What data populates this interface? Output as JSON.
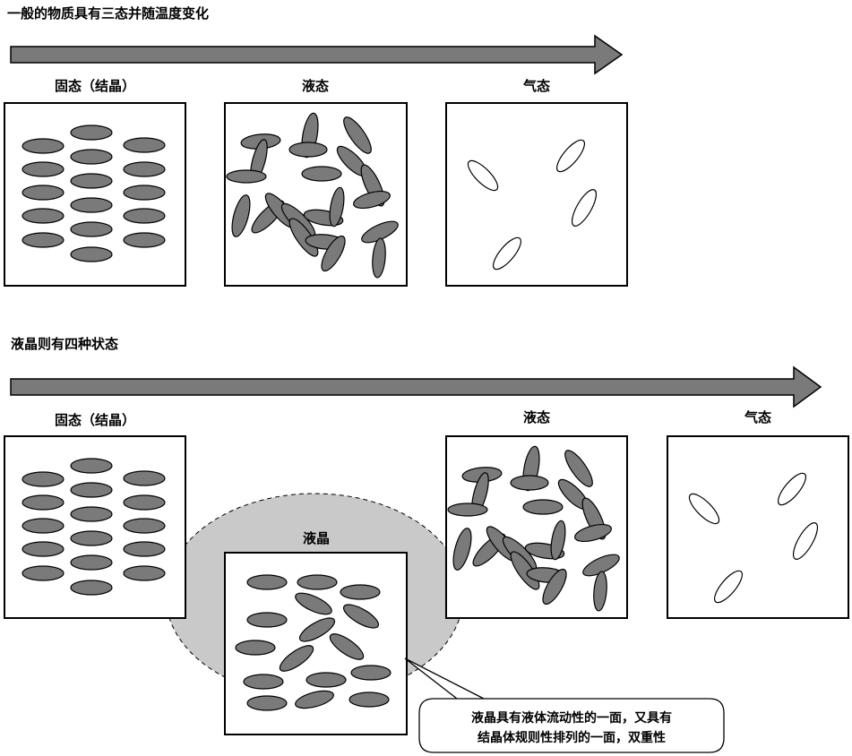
{
  "section1": {
    "heading": "一般的物质具有三态并随温度变化",
    "solid_label": "固态（结晶）",
    "liquid_label": "液态",
    "gas_label": "气态"
  },
  "section2": {
    "heading": "液晶则有四种状态",
    "solid_label": "固态（结晶）",
    "liquid_crystal_label": "液晶",
    "liquid_label": "液态",
    "gas_label": "气态"
  },
  "callout": {
    "line1": "液晶具有液体流动性的一面，又具有",
    "line2": "结晶体规则性排列的一面，双重性"
  },
  "colors": {
    "molecule_fill": "#7a7a7a",
    "arrow_fill": "#7a7a7a",
    "halo_fill": "#c9c9c9"
  }
}
